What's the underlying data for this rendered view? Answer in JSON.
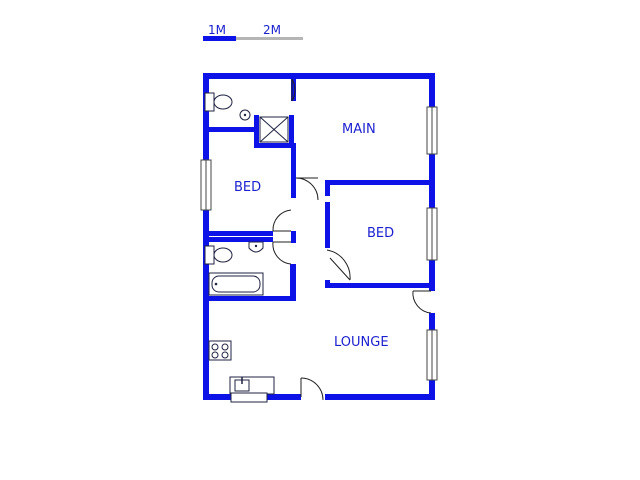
{
  "scale_bar": {
    "label_1": "1M",
    "label_2": "2M",
    "colors": {
      "segment_1": "#0d13e6",
      "segment_2": "#b5b5b5"
    }
  },
  "rooms": {
    "main": "MAIN",
    "bed_1": "BED",
    "bed_2": "BED",
    "lounge": "LOUNGE"
  },
  "colors": {
    "wall": "#0d13e6",
    "label": "#1b1fd0",
    "fixture": "#1f2340"
  },
  "icons": [
    "toilet-icon",
    "basin-icon",
    "shower-icon",
    "bathtub-icon",
    "stove-icon",
    "sink-icon",
    "window-icon",
    "door-icon"
  ]
}
